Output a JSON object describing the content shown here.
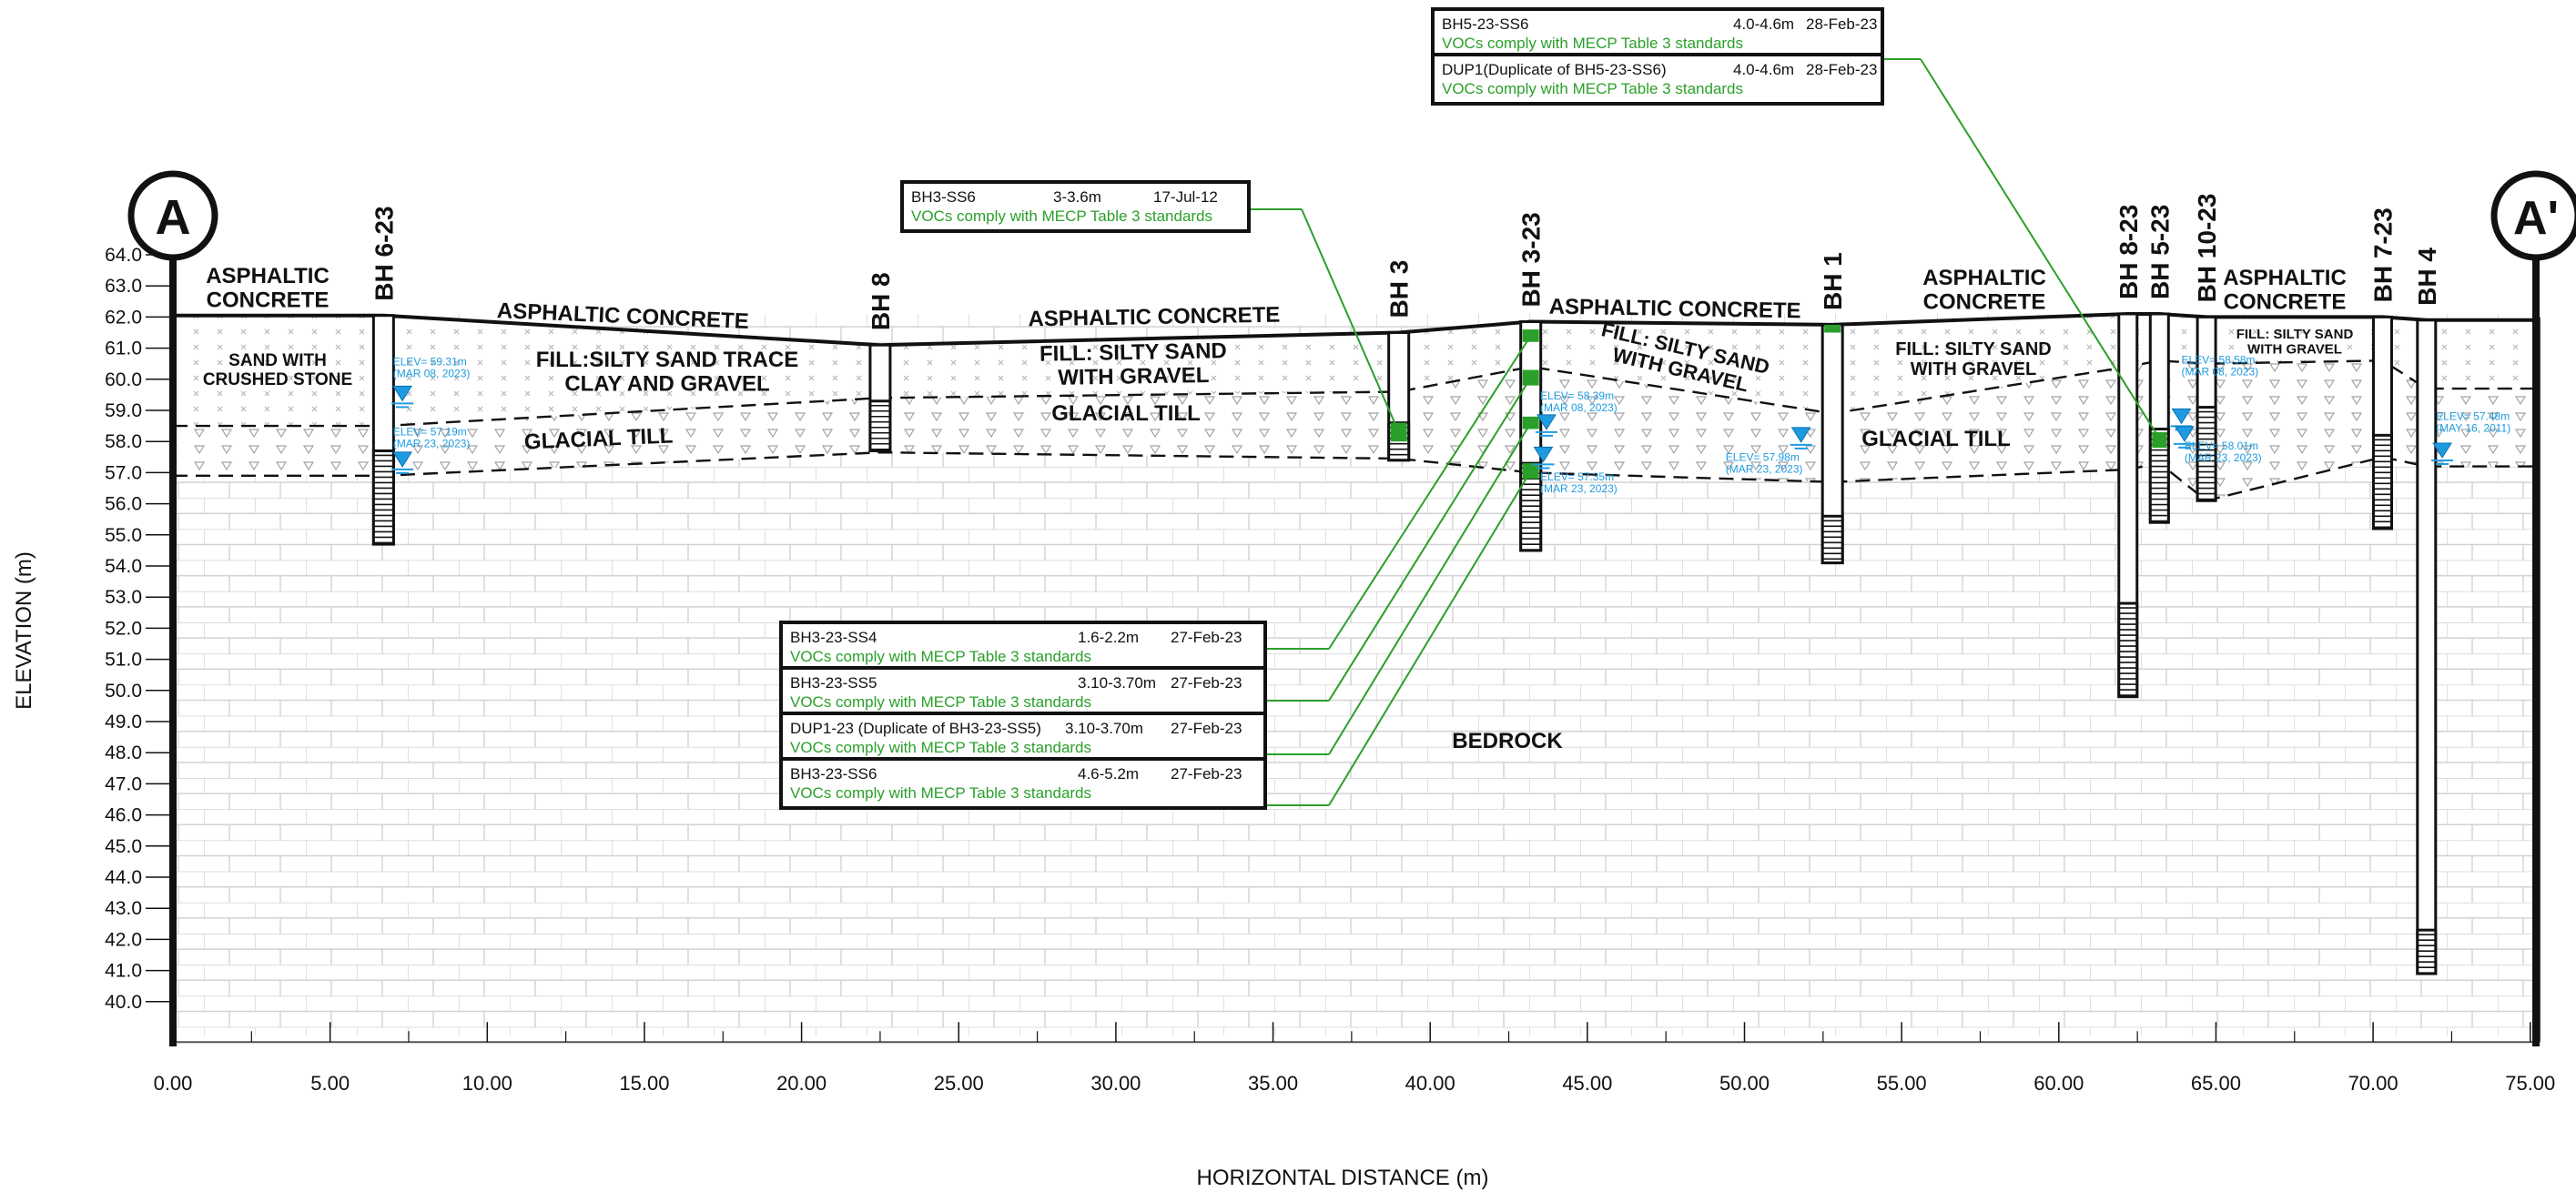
{
  "section": {
    "start_label": "A",
    "end_label": "A'",
    "y_axis_label": "ELEVATION (m)",
    "x_axis_label": "HORIZONTAL DISTANCE (m)",
    "elev_ticks": [
      "64.0",
      "63.0",
      "62.0",
      "61.0",
      "60.0",
      "59.0",
      "58.0",
      "57.0",
      "56.0",
      "55.0",
      "54.0",
      "53.0",
      "52.0",
      "51.0",
      "50.0",
      "49.0",
      "48.0",
      "47.0",
      "46.0",
      "45.0",
      "44.0",
      "43.0",
      "42.0",
      "41.0",
      "40.0"
    ],
    "dist_ticks": [
      "0.00",
      "5.00",
      "10.00",
      "15.00",
      "20.00",
      "25.00",
      "30.00",
      "35.00",
      "40.00",
      "45.00",
      "50.00",
      "55.00",
      "60.00",
      "65.00",
      "70.00",
      "75.00"
    ]
  },
  "boreholes": [
    {
      "name": "BH 6-23",
      "x": 6.7
    },
    {
      "name": "BH 8",
      "x": 22.5
    },
    {
      "name": "BH 3",
      "x": 39.0
    },
    {
      "name": "BH 3-23",
      "x": 43.2
    },
    {
      "name": "BH 1",
      "x": 52.8
    },
    {
      "name": "BH 8-23",
      "x": 62.2
    },
    {
      "name": "BH 5-23",
      "x": 63.2
    },
    {
      "name": "BH 10-23",
      "x": 64.7
    },
    {
      "name": "BH 7-23",
      "x": 70.3
    },
    {
      "name": "BH 4",
      "x": 71.7
    }
  ],
  "layers": {
    "asphalt_1": "ASPHALTIC\nCONCRETE",
    "asphalt_2": "ASPHALTIC CONCRETE",
    "asphalt_3": "ASPHALTIC CONCRETE",
    "asphalt_4": "ASPHALTIC CONCRETE",
    "asphalt_5": "ASPHALTIC\nCONCRETE",
    "asphalt_6": "ASPHALTIC\nCONCRETE",
    "sand_stone": "SAND WITH\nCRUSHED STONE",
    "fill_1": "FILL:SILTY SAND TRACE\nCLAY AND GRAVEL",
    "fill_2": "FILL: SILTY SAND\nWITH GRAVEL",
    "fill_3": "FILL: SILTY SAND\nWITH GRAVEL",
    "fill_4": "FILL: SILTY SAND\nWITH GRAVEL",
    "fill_5": "FILL: SILTY SAND\nWITH GRAVEL",
    "till_1": "GLACIAL TILL",
    "till_2": "GLACIAL TILL",
    "till_3": "GLACIAL TILL",
    "bedrock": "BEDROCK"
  },
  "water_levels": [
    {
      "line1": "ELEV= 59.31m",
      "line2": "(MAR 08, 2023)"
    },
    {
      "line1": "ELEV= 57.19m",
      "line2": "(MAR 23, 2023)"
    },
    {
      "line1": "ELEV= 58.39m",
      "line2": "(MAR 08, 2023)"
    },
    {
      "line1": "ELEV= 57.35m",
      "line2": "(MAR 23, 2023)"
    },
    {
      "line1": "ELEV= 57.98m",
      "line2": "(MAR 23, 2023)"
    },
    {
      "line1": "ELEV= 58.58m",
      "line2": "(MAR 08, 2023)"
    },
    {
      "line1": "ELEV= 58.01m",
      "line2": "(MAR 23, 2023)"
    },
    {
      "line1": "ELEV= 57.48m",
      "line2": "(MAY 16, 2011)"
    }
  ],
  "callouts": {
    "bh5": [
      {
        "sample": "BH5-23-SS6",
        "depth": "4.0-4.6m",
        "date": "28-Feb-23",
        "result": "VOCs comply with MECP Table 3 standards"
      },
      {
        "sample": "DUP1(Duplicate of BH5-23-SS6)",
        "depth": "4.0-4.6m",
        "date": "28-Feb-23",
        "result": "VOCs comply with MECP Table 3 standards"
      }
    ],
    "bh3": [
      {
        "sample": "BH3-SS6",
        "depth": "3-3.6m",
        "date": "17-Jul-12",
        "result": "VOCs comply with MECP Table 3 standards"
      }
    ],
    "bh3_23": [
      {
        "sample": "BH3-23-SS4",
        "depth": "1.6-2.2m",
        "date": "27-Feb-23",
        "result": "VOCs comply with MECP Table 3 standards"
      },
      {
        "sample": "BH3-23-SS5",
        "depth": "3.10-3.70m",
        "date": "27-Feb-23",
        "result": "VOCs comply with MECP Table 3 standards"
      },
      {
        "sample": "DUP1-23 (Duplicate of BH3-23-SS5)",
        "depth": "3.10-3.70m",
        "date": "27-Feb-23",
        "result": "VOCs comply with MECP Table 3 standards"
      },
      {
        "sample": "BH3-23-SS6",
        "depth": "4.6-5.2m",
        "date": "27-Feb-23",
        "result": "VOCs comply with MECP Table 3 standards"
      }
    ]
  },
  "colors": {
    "sample_green": "#2aa02a",
    "water_blue": "#1e9be0",
    "line": "#111111",
    "grid": "#c8c8c8"
  }
}
